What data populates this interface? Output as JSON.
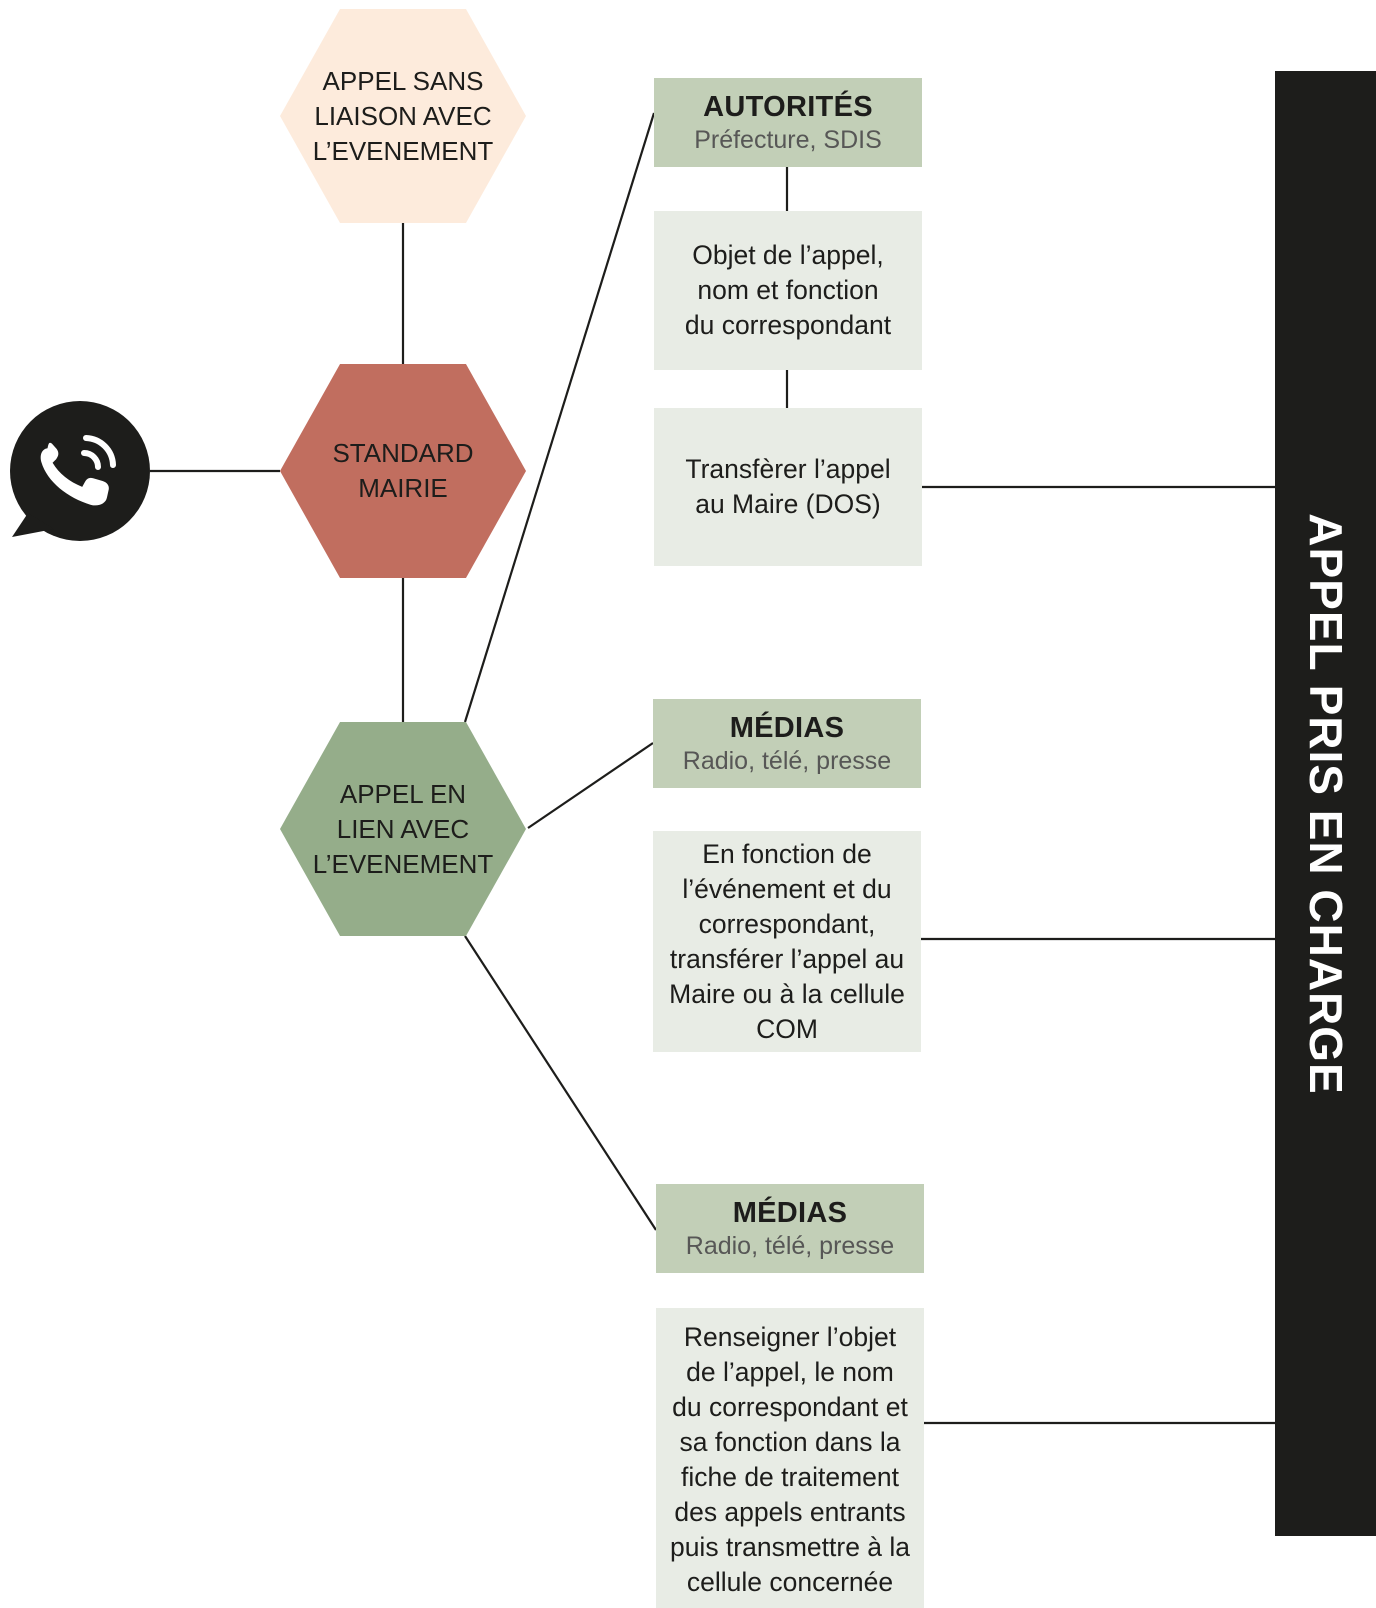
{
  "colors": {
    "hex_sans_liaison": "#fdebdc",
    "hex_standard": "#c16e5f",
    "hex_lien": "#95ad8a",
    "header_box": "#c2cfb7",
    "info_box": "#e8ece5",
    "banner": "#1d1d1b",
    "line": "#1d1d1b"
  },
  "icons": {
    "phone": "phone-speech-bubble-icon"
  },
  "hexagons": {
    "sans_liaison": [
      "APPEL SANS",
      "LIAISON AVEC",
      "L’EVENEMENT"
    ],
    "standard": [
      "STANDARD",
      "MAIRIE"
    ],
    "lien": [
      "APPEL EN",
      "LIEN AVEC",
      "L’EVENEMENT"
    ]
  },
  "autorites": {
    "title": "AUTORITÉS",
    "subtitle": "Préfecture, SDIS"
  },
  "objet": [
    "Objet de l’appel,",
    "nom et fonction",
    "du correspondant"
  ],
  "transferer": [
    "Transfèrer l’appel",
    "au Maire (DOS)"
  ],
  "medias_1": {
    "title": "MÉDIAS",
    "subtitle": "Radio, télé, presse"
  },
  "fonction": [
    "En fonction de",
    "l’événement et du",
    "correspondant,",
    "transférer l’appel au",
    "Maire ou à la cellule",
    "COM"
  ],
  "medias_2": {
    "title": "MÉDIAS",
    "subtitle": "Radio, télé, presse"
  },
  "renseigner": [
    "Renseigner l’objet",
    "de l’appel, le nom",
    "du correspondant et",
    "sa fonction dans la",
    "fiche de traitement",
    "des appels entrants",
    "puis transmettre à la",
    "cellule concernée"
  ],
  "banner": {
    "label": "APPEL PRIS EN CHARGE"
  }
}
